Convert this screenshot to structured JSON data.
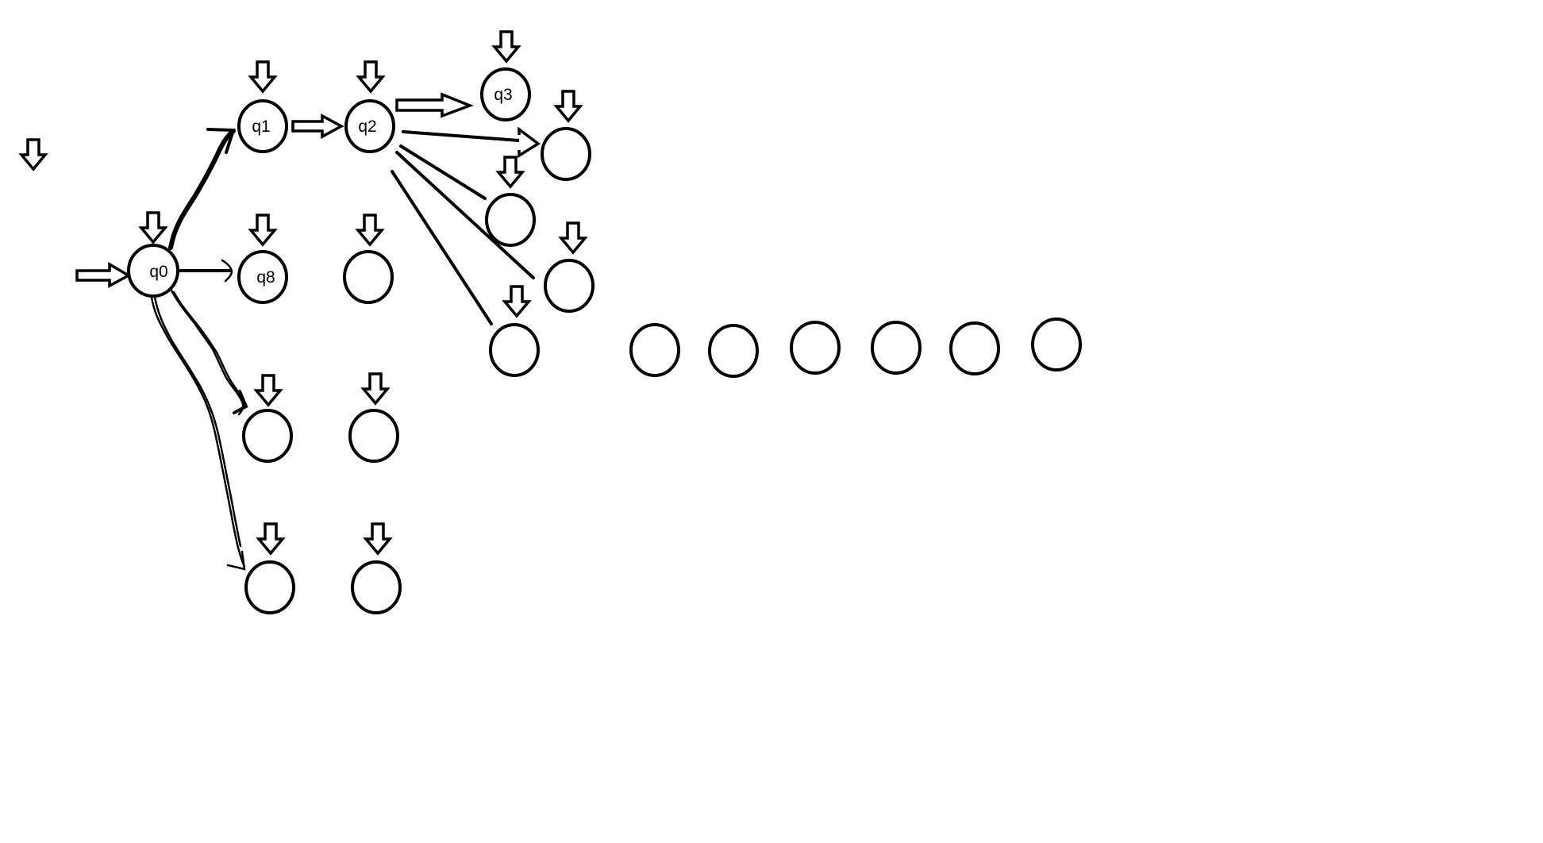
{
  "diagram": {
    "states": {
      "q0": "q0",
      "q1": "q1",
      "q2": "q2",
      "q3": "q3",
      "q8": "q8"
    }
  }
}
